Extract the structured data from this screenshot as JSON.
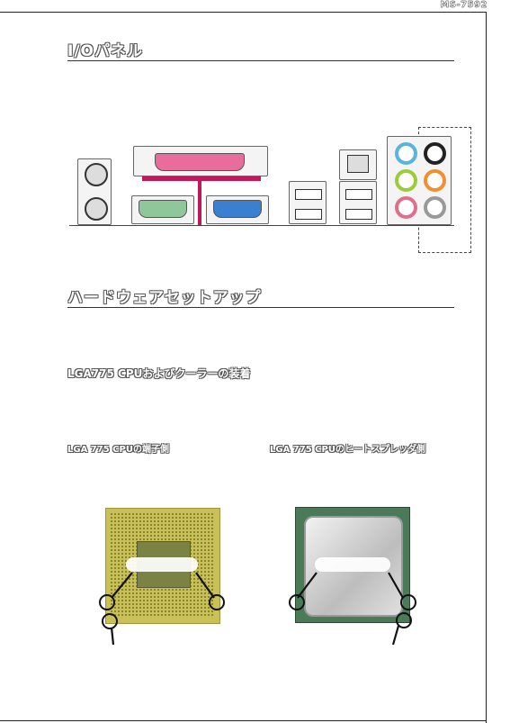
{
  "header": {
    "model": "MS-7592"
  },
  "sections": {
    "io_panel": {
      "title": "I/Oパネル"
    },
    "hardware_setup": {
      "title": "ハードウェアセットアップ"
    },
    "cpu_install": {
      "title": "LGA775 CPUおよびクーラーの装着"
    }
  },
  "figures": {
    "left_caption": "LGA 775 CPUの端子側",
    "right_caption": "LGA 775 CPUのヒートスプレッダ側"
  },
  "colors": {
    "parallel_port": "#e86d9c",
    "serial_port": "#8fc79b",
    "vga_port": "#3a7fd0",
    "audio_line_in": "#5ab4e0",
    "audio_line_out": "#9ccc3c",
    "audio_mic": "#e06f8b",
    "audio_rear": "#222222",
    "audio_center": "#f0902e",
    "audio_side": "#999999"
  }
}
